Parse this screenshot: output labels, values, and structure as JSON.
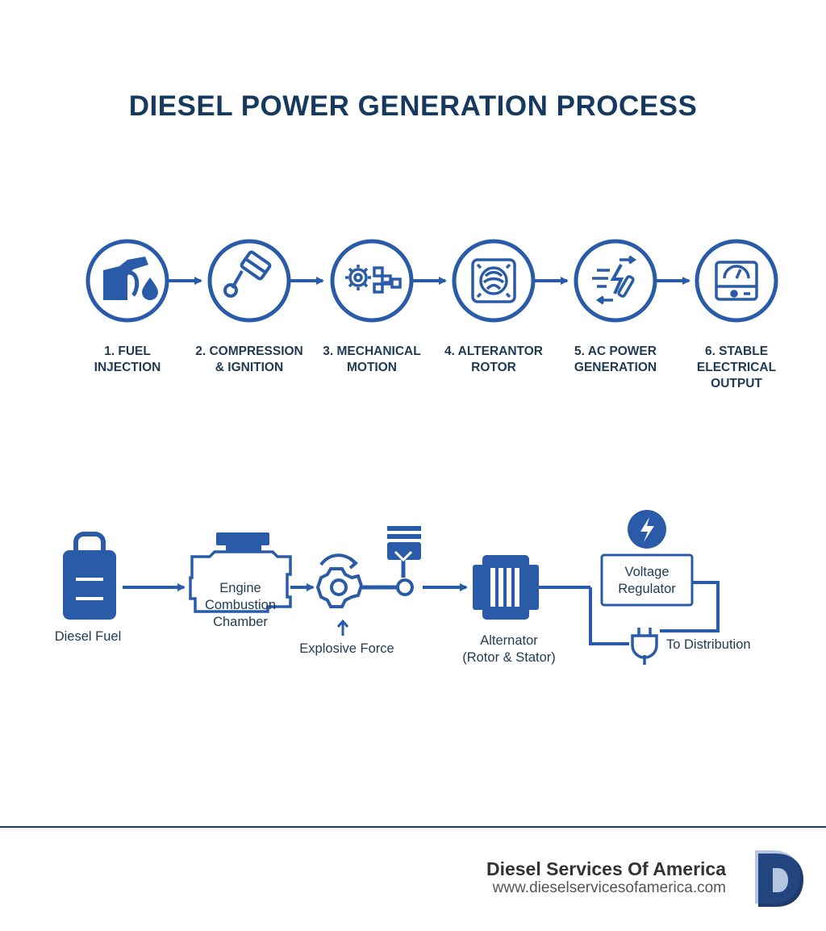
{
  "title": "DIESEL POWER GENERATION PROCESS",
  "colors": {
    "primary": "#2a5ba8",
    "dark": "#163a5f",
    "text": "#1f3a55"
  },
  "steps": [
    {
      "icon": "fuel-nozzle-icon",
      "lines": [
        "1. FUEL",
        "INJECTION"
      ]
    },
    {
      "icon": "piston-icon",
      "lines": [
        "2. COMPRESSION",
        "& IGNITION"
      ]
    },
    {
      "icon": "gears-icon",
      "lines": [
        "3. MECHANICAL",
        "MOTION"
      ]
    },
    {
      "icon": "rotor-icon",
      "lines": [
        "4. ALTERANTOR",
        "ROTOR"
      ]
    },
    {
      "icon": "lightning-icon",
      "lines": [
        "5. AC POWER",
        "GENERATION"
      ]
    },
    {
      "icon": "meter-icon",
      "lines": [
        "6. STABLE",
        "ELECTRICAL",
        "OUTPUT"
      ]
    }
  ],
  "flow": {
    "diesel_fuel": "Diesel Fuel",
    "engine": [
      "Engine",
      "Combustion",
      "Chamber"
    ],
    "explosive_force": "Explosive Force",
    "alternator": [
      "Alternator",
      "(Rotor & Stator)"
    ],
    "regulator": [
      "Voltage",
      "Regulator"
    ],
    "distribution": "To Distribution"
  },
  "footer": {
    "company": "Diesel Services Of America",
    "website": "www.dieselservicesofamerica.com",
    "logo_letter": "D"
  }
}
